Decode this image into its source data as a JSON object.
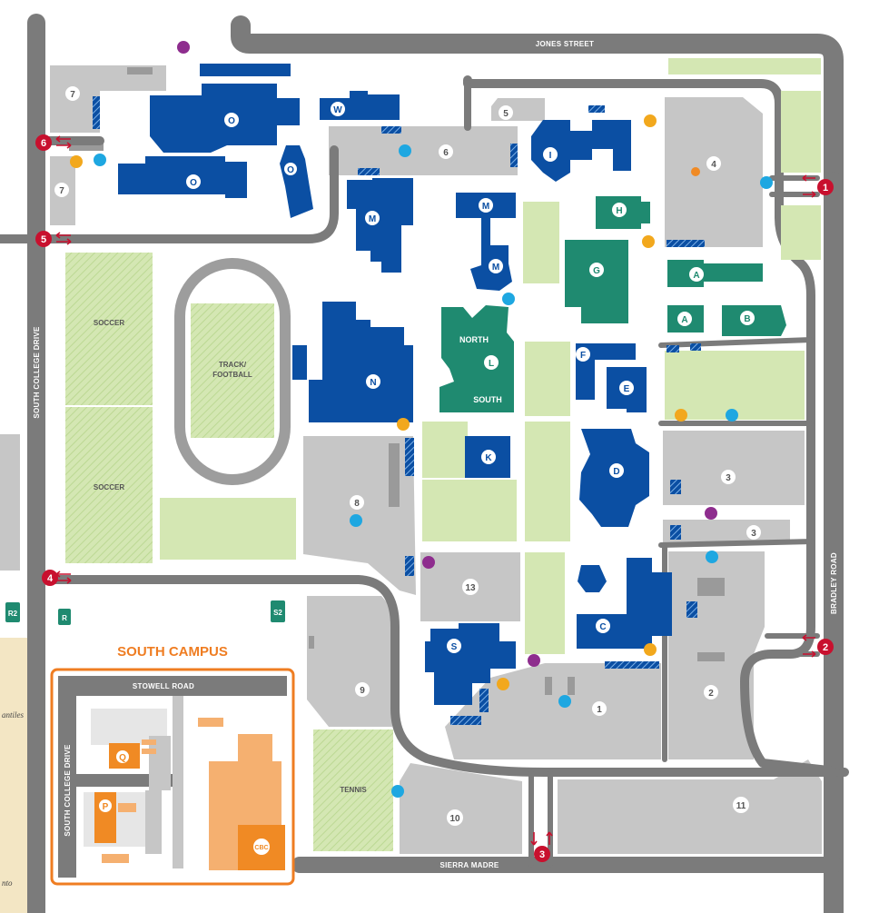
{
  "streets": {
    "jones": "JONES STREET",
    "south_college": "SOUTH COLLEGE DRIVE",
    "bradley": "BRADLEY ROAD",
    "sierra_madre": "SIERRA MADRE",
    "stowell": "STOWELL ROAD",
    "south_college_inner": "SOUTH COLLEGE DRIVE"
  },
  "fields": {
    "soccer_top": "SOCCER",
    "soccer_bottom": "SOCCER",
    "track_line1": "TRACK/",
    "track_line2": "FOOTBALL",
    "tennis": "TENNIS"
  },
  "south_campus": {
    "title": "SOUTH CAMPUS"
  },
  "buildings": {
    "O1": "O",
    "O2": "O",
    "O3": "O",
    "W": "W",
    "M1": "M",
    "M2": "M",
    "M3": "M",
    "I": "I",
    "H": "H",
    "G": "G",
    "A1": "A",
    "A2": "A",
    "B": "B",
    "L": "L",
    "L_north": "NORTH",
    "L_south": "SOUTH",
    "N": "N",
    "F": "F",
    "E": "E",
    "D": "D",
    "K": "K",
    "C": "C",
    "S": "S",
    "Q": "Q",
    "P": "P",
    "CBC": "CBC"
  },
  "lots": {
    "l7a": "7",
    "l7b": "7",
    "l6": "6",
    "l5": "5",
    "l4": "4",
    "l3a": "3",
    "l3b": "3",
    "l8": "8",
    "l13": "13",
    "l9": "9",
    "l1": "1",
    "l2": "2",
    "l10": "10",
    "l11": "11"
  },
  "entries": {
    "e1": "1",
    "e2": "2",
    "e3": "3",
    "e4": "4",
    "e5": "5",
    "e6": "6"
  },
  "signs": {
    "r2": "R2",
    "r": "R",
    "s2": "S2"
  },
  "side_notes": {
    "a": "antiles",
    "b": "nto"
  },
  "colors": {
    "academic": "#0b4fa3",
    "student_services": "#1f8a70",
    "south_campus": "#f08a24",
    "parking": "#c6c6c6",
    "road": "#7b7b7b",
    "field": "#d4e7b3",
    "entry": "#c8102e",
    "blue_dot": "#1ea7e1",
    "gold_dot": "#f2a81d",
    "purple_dot": "#8e2d8e"
  }
}
